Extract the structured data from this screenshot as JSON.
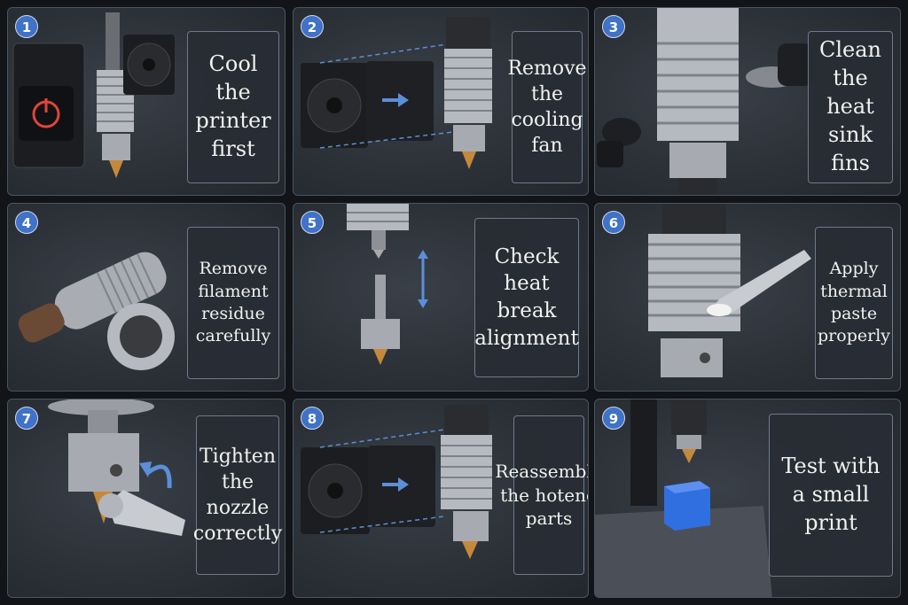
{
  "steps": [
    {
      "num": "1",
      "text": "Cool the printer first"
    },
    {
      "num": "2",
      "text": "Remove the cooling fan"
    },
    {
      "num": "3",
      "text": "Clean the heat sink fins"
    },
    {
      "num": "4",
      "text": "Remove filament residue carefully"
    },
    {
      "num": "5",
      "text": "Check heat break alignment"
    },
    {
      "num": "6",
      "text": "Apply thermal paste properly"
    },
    {
      "num": "7",
      "text": "Tighten the nozzle correctly"
    },
    {
      "num": "8",
      "text": "Reassemble the hotend parts"
    },
    {
      "num": "9",
      "text": "Test with a small print"
    }
  ],
  "icons": [
    "power-icon",
    "fan-icon",
    "brush-icon",
    "arrow-icon",
    "spatula-icon",
    "wrench-icon",
    "cube-icon"
  ],
  "colors": {
    "badge": "#3f72c8",
    "accent_arrow": "#5b8fd8",
    "power_red": "#e0443a",
    "print_blue": "#2f6fe0",
    "brass": "#c4893a"
  }
}
